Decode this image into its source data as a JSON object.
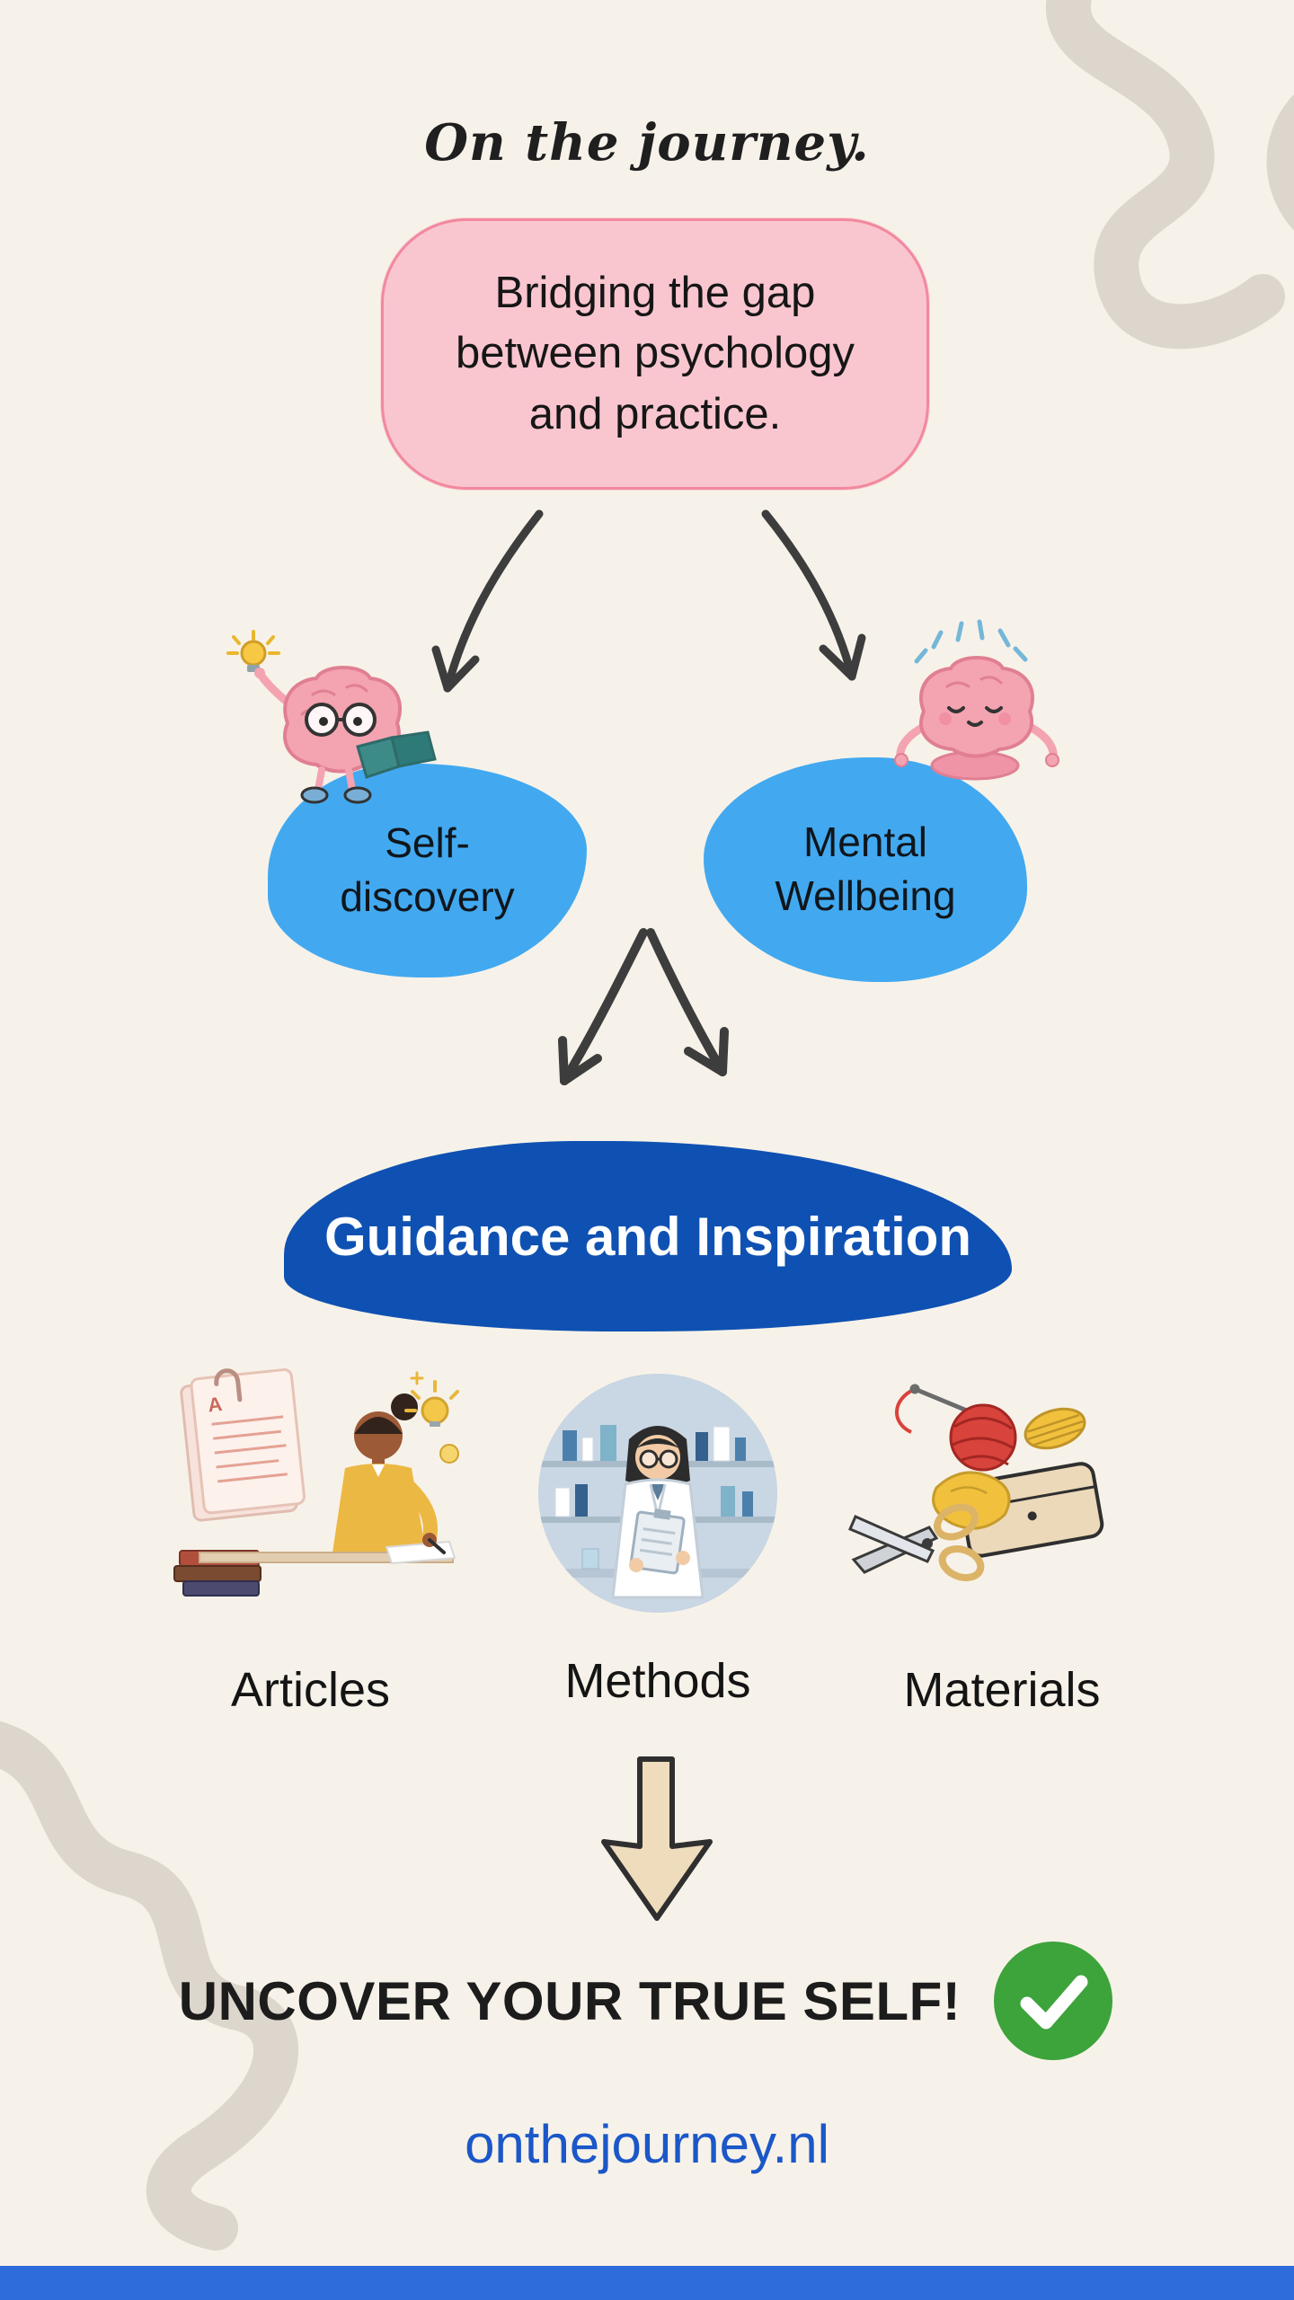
{
  "logo": {
    "text": "On the journey."
  },
  "hero": {
    "lines": [
      "Bridging the gap",
      "between psychology",
      "and practice."
    ]
  },
  "branches": [
    {
      "name": "self-discovery",
      "lines": [
        "Self-",
        "discovery"
      ],
      "illustration": "brain-reading-icon"
    },
    {
      "name": "mental-wellbeing",
      "lines": [
        "Mental",
        "Wellbeing"
      ],
      "illustration": "brain-meditating-icon"
    }
  ],
  "merge": {
    "label": "Guidance and Inspiration"
  },
  "offerings": [
    {
      "label": "Articles",
      "illustration": "writing-person-icon",
      "paper_letter": "A"
    },
    {
      "label": "Methods",
      "illustration": "scientist-icon"
    },
    {
      "label": "Materials",
      "illustration": "craft-supplies-icon"
    }
  ],
  "cta": {
    "text": "UNCOVER YOUR TRUE SELF!",
    "icon": "checkmark-icon"
  },
  "website": {
    "url": "onthejourney.nl"
  },
  "colors": {
    "background": "#f7f2e9",
    "hero_fill": "#f9c6d0",
    "hero_border": "#f2889f",
    "branch_fill": "#42a9f0",
    "merge_fill": "#0f51b2",
    "arrow": "#3d3d3d",
    "down_arrow_fill": "#efdcbd",
    "check_green": "#3da33b",
    "link_blue": "#1b57c8",
    "footer_bar": "#2e6bdb",
    "squiggle": "#dcd6cc"
  }
}
